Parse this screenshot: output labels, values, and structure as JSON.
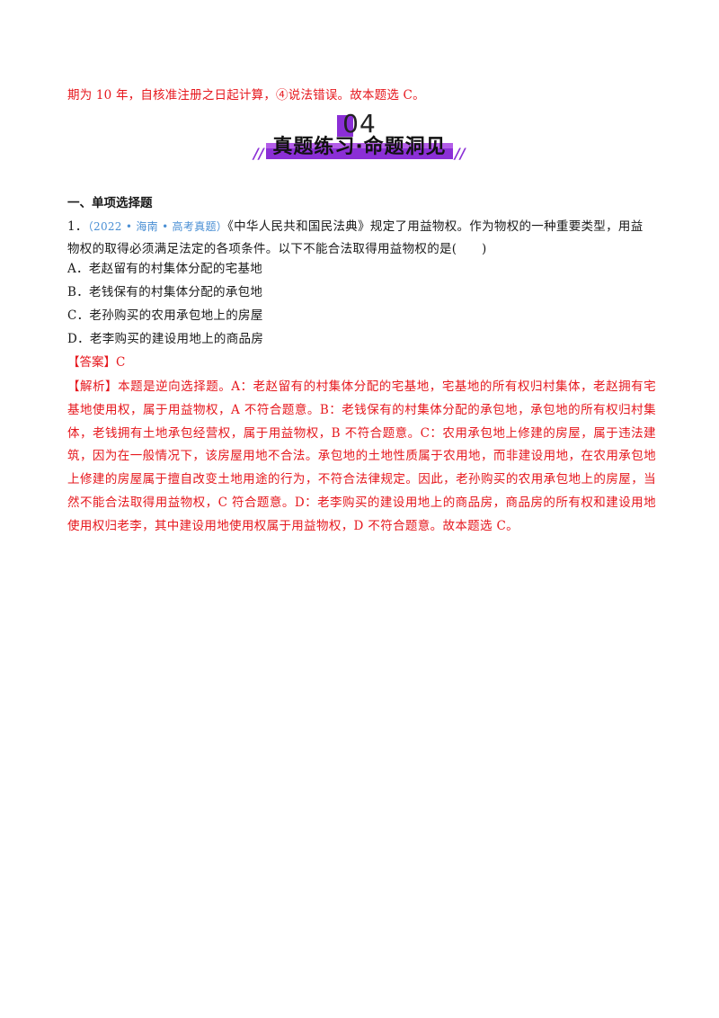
{
  "carryover_text": "期为 10 年，自核准注册之日起计算，④说法错误。故本题选 C。",
  "banner": {
    "number": "04",
    "title": "真题练习·命题洞见"
  },
  "section_title": "一、单项选择题",
  "question": {
    "number": "1．",
    "source": "（2022 • 海南 • 高考真题）",
    "stem": "《中华人民共和国民法典》规定了用益物权。作为物权的一种重要类型，用益物权的取得必须满足法定的各项条件。以下不能合法取得用益物权的是(　　)",
    "options": [
      "A．老赵留有的村集体分配的宅基地",
      "B．老钱保有的村集体分配的承包地",
      "C．老孙购买的农用承包地上的房屋",
      "D．老李购买的建设用地上的商品房"
    ],
    "answer_label": "【答案】",
    "answer": "C",
    "explanation_label": "【解析】",
    "explanation": "本题是逆向选择题。A：老赵留有的村集体分配的宅基地，宅基地的所有权归村集体，老赵拥有宅基地使用权，属于用益物权，A 不符合题意。B：老钱保有的村集体分配的承包地，承包地的所有权归村集体，老钱拥有土地承包经营权，属于用益物权，B 不符合题意。C：农用承包地上修建的房屋，属于违法建筑，因为在一般情况下，该房屋用地不合法。承包地的土地性质属于农用地，而非建设用地，在农用承包地上修建的房屋属于擅自改变土地用途的行为，不符合法律规定。因此，老孙购买的农用承包地上的房屋，当然不能合法取得用益物权，C 符合题意。D：老李购买的建设用地上的商品房，商品房的所有权和建设用地使用权归老李，其中建设用地使用权属于用益物权，D 不符合题意。故本题选 C。"
  },
  "colors": {
    "answer_red": "#e6171d",
    "banner_purple": "#8b2fd6",
    "source_blue": "#4a8fd4"
  }
}
